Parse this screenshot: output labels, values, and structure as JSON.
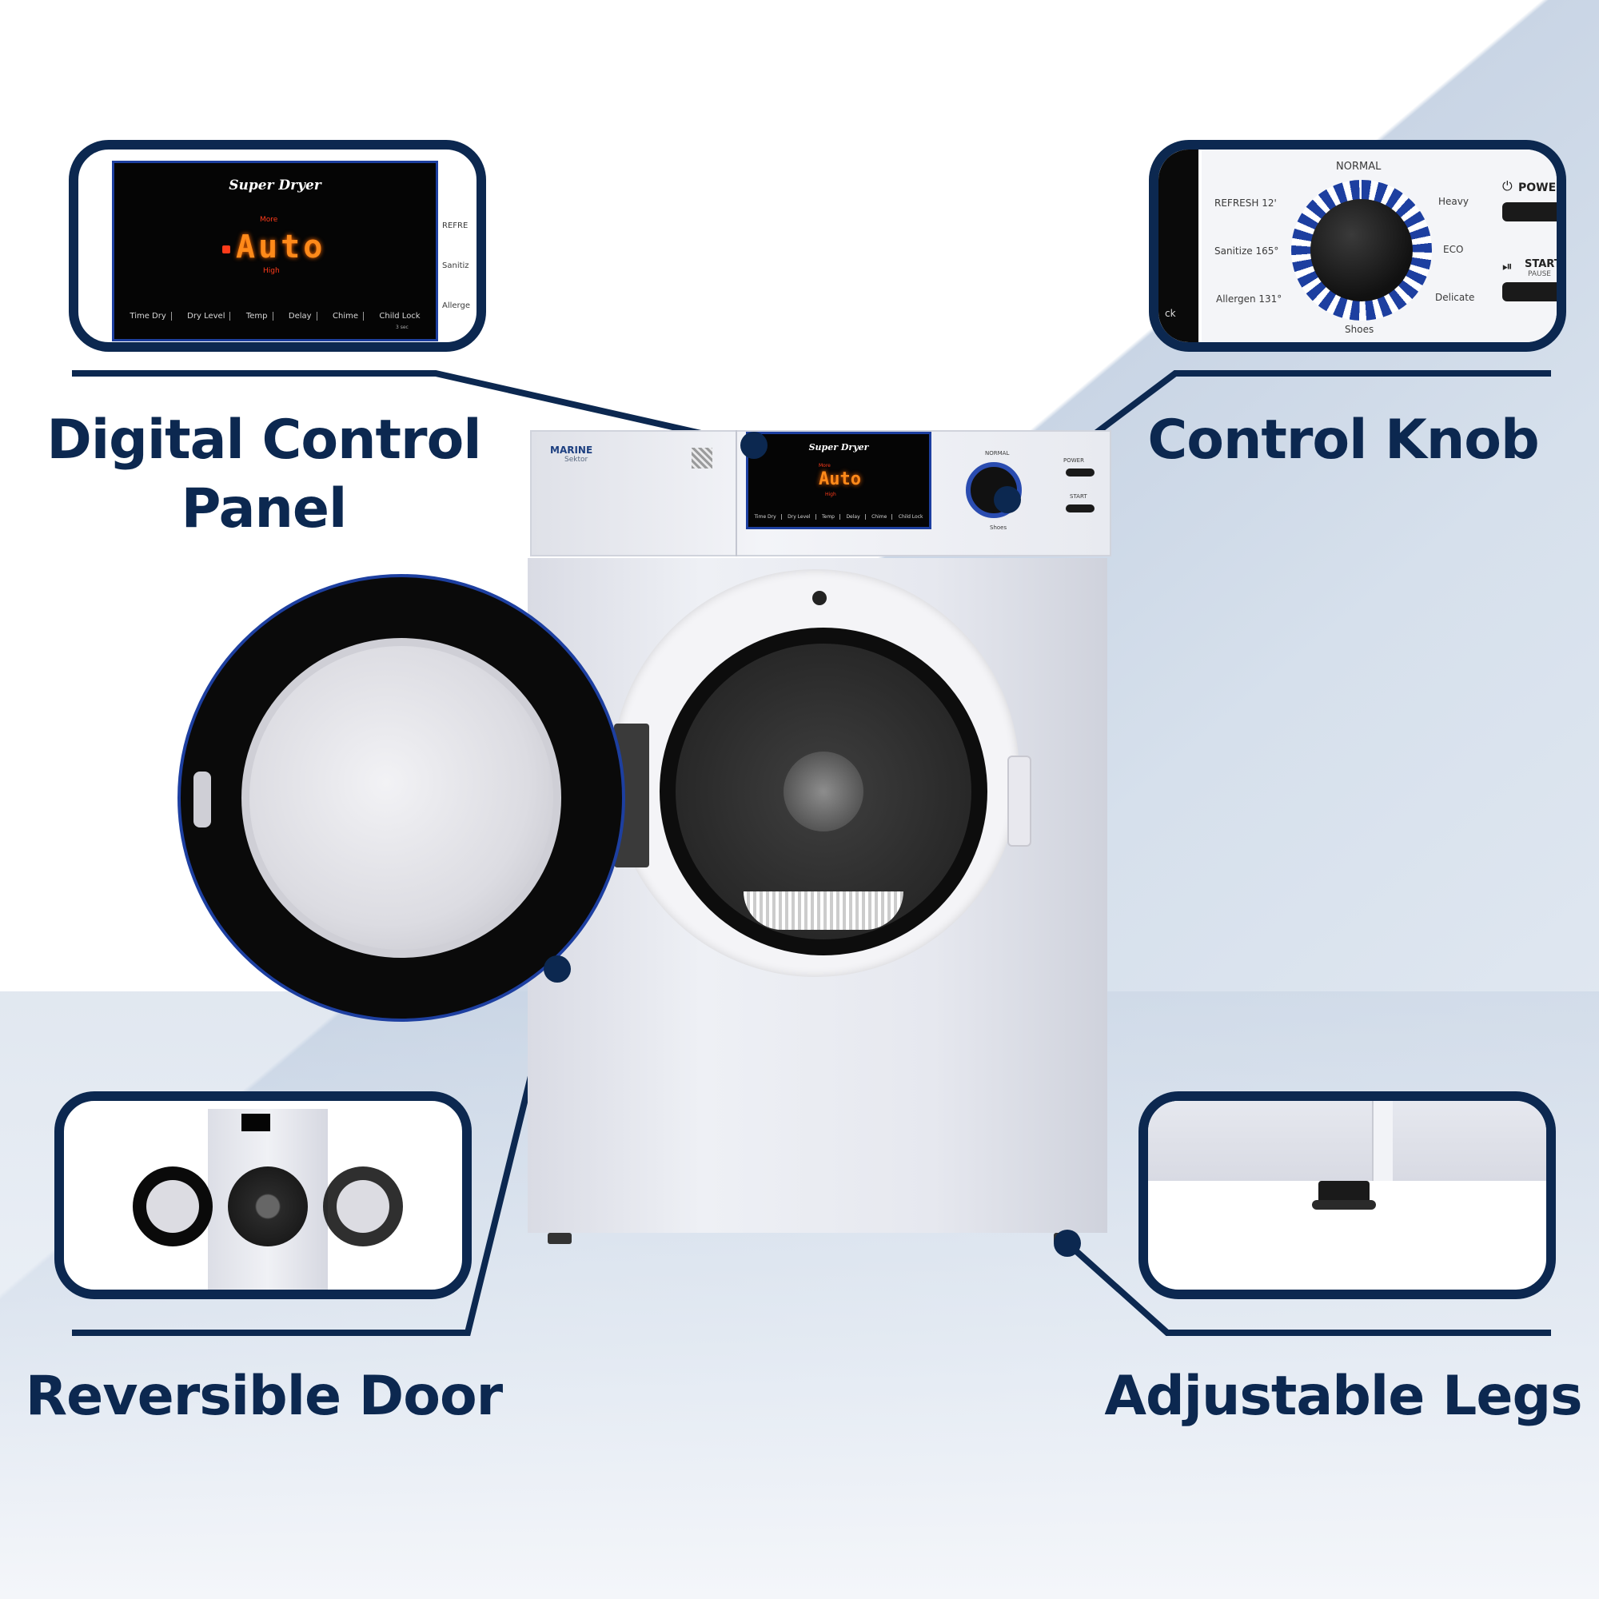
{
  "labels": {
    "digital_panel_line1": "Digital Control",
    "digital_panel_line2": "Panel",
    "control_knob": "Control Knob",
    "reversible_door": "Reversible Door",
    "adjustable_legs": "Adjustable Legs"
  },
  "dryer": {
    "brand_line1": "MARINE",
    "brand_line2": "Sektor"
  },
  "display": {
    "brand": "Super Dryer",
    "mode": "Auto",
    "more": "More",
    "high": "High",
    "buttons": [
      "Time Dry",
      "Dry Level",
      "Temp",
      "Delay",
      "Chime",
      "Child Lock"
    ],
    "hold_hint": "3 sec"
  },
  "knob": {
    "top": "NORMAL",
    "bottom": "Shoes",
    "left": [
      "REFRESH 12'",
      "Sanitize 165°",
      "Allergen 131°"
    ],
    "right": [
      "Heavy",
      "ECO",
      "Delicate"
    ],
    "power": "POWER",
    "start": "START",
    "pause": "PAUSE",
    "edge_cut_left": [
      "REFRE",
      "Sanitiz",
      "Allerge"
    ],
    "edge_cut_lock": "ck"
  },
  "colors": {
    "navy": "#0c2850",
    "lcd_orange": "#ff8a1a",
    "knob_blue": "#1d3fa0"
  }
}
